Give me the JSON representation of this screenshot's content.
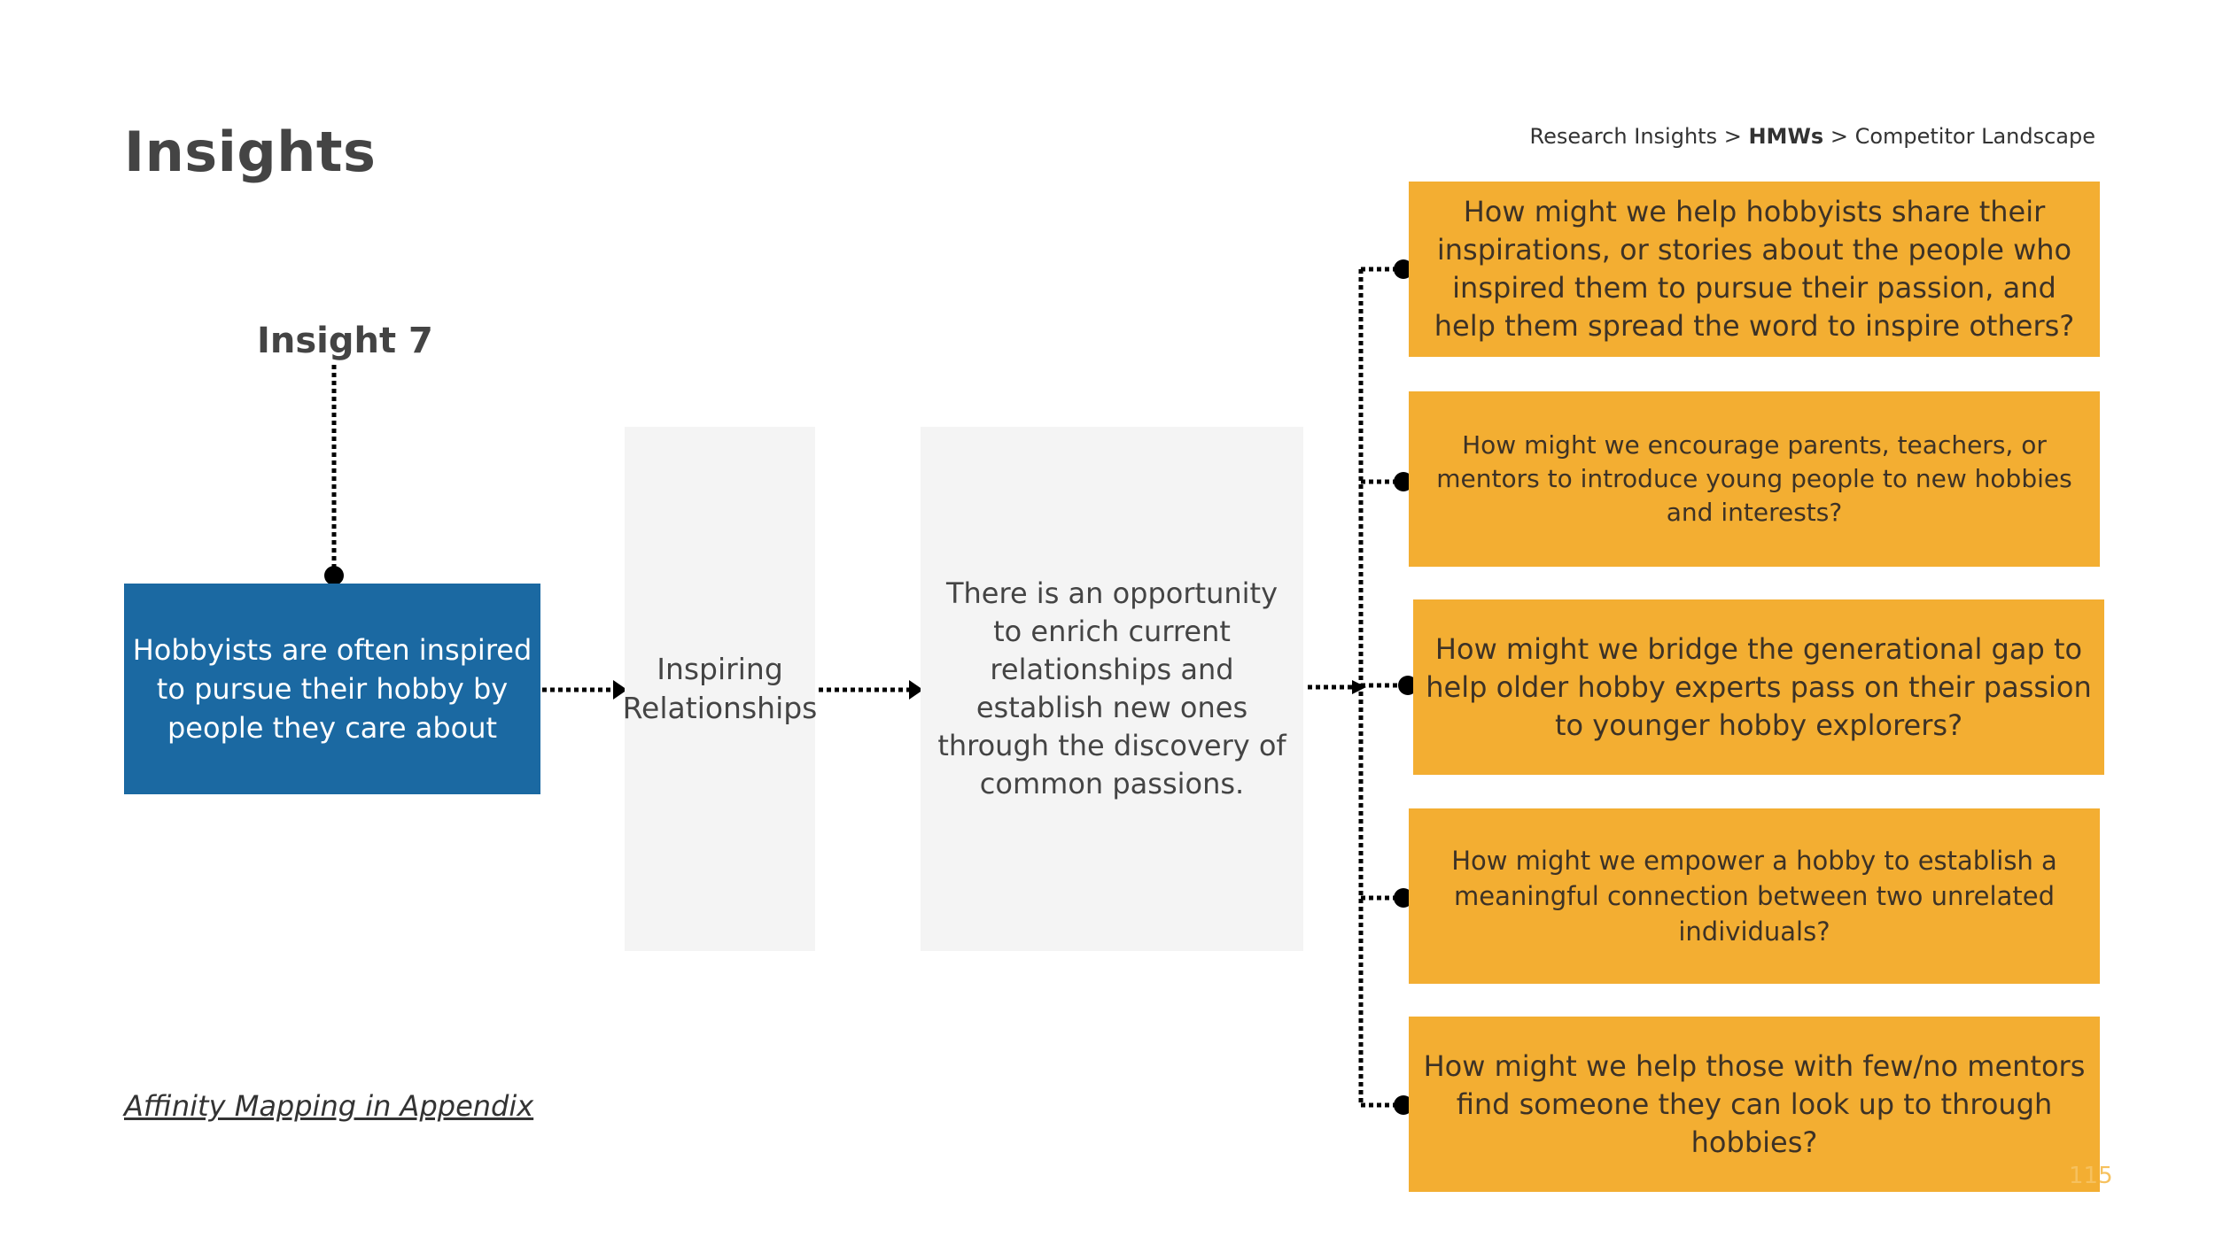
{
  "header": {
    "title": "Insights",
    "breadcrumb": {
      "item1": "Research Insights",
      "sep1": " > ",
      "current": "HMWs",
      "sep2": " > ",
      "item3": "Competitor Landscape"
    }
  },
  "insight": {
    "label": "Insight 7",
    "statement": "Hobbyists are often inspired to pursue their hobby by people they care about",
    "theme": "Inspiring Relationships",
    "opportunity": "There is an opportunity to enrich current relationships and establish new ones through the discovery of common passions."
  },
  "hmws": [
    "How might we help hobbyists share their inspirations, or stories about the people who inspired them to pursue their passion, and help them spread the word to inspire others?",
    "How might we encourage parents, teachers, or mentors to introduce young people to new hobbies and interests?",
    "How might we bridge the generational gap to help older hobby experts pass on their passion to younger hobby explorers?",
    "How might we empower a hobby to establish a meaningful connection between two unrelated individuals?",
    "How might we help those with few/no mentors find someone they can look up to through hobbies?"
  ],
  "footer": {
    "appendix_link": "Affinity Mapping in Appendix",
    "page_number": "115"
  },
  "colors": {
    "statement_box": "#1b69a2",
    "hmw_box": "#f3ae32",
    "neutral_box": "#f4f4f4",
    "connector": "#000000"
  }
}
